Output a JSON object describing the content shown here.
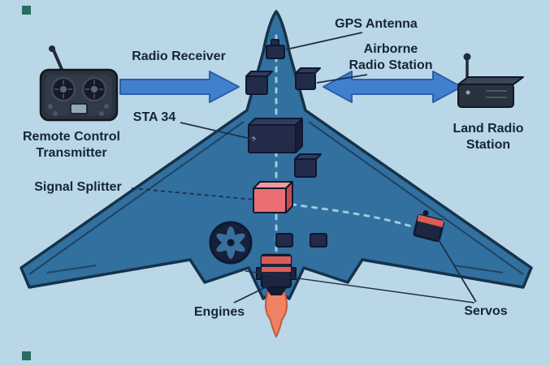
{
  "colors": {
    "background": "#b9d7e6",
    "aircraft": "#31709f",
    "aircraft_outline": "#16324a",
    "component": "#222b47",
    "component_top": "#303c5e",
    "accent_stripe": "#d95d55",
    "arrow": "#4180ce",
    "signal_splitter": "#e96f72",
    "signal_splitter_top": "#f09a9b",
    "flame": "#ee8263",
    "dashed_line": "#9fc9de",
    "text": "#16243c"
  },
  "labels": {
    "radio_receiver": "Radio Receiver",
    "gps_antenna": "GPS Antenna",
    "airborne_radio_station_line1": "Airborne",
    "airborne_radio_station_line2": "Radio Station",
    "sta_34": "STA 34",
    "remote_control_transmitter_line1": "Remote Control",
    "remote_control_transmitter_line2": "Transmitter",
    "signal_splitter": "Signal Splitter",
    "land_radio_station_line1": "Land Radio",
    "land_radio_station_line2": "Station",
    "engines": "Engines",
    "servos": "Servos"
  }
}
